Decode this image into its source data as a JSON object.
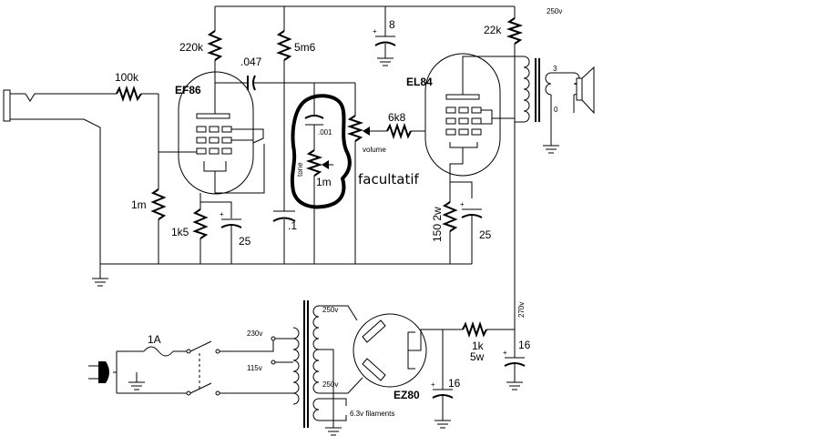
{
  "labels": {
    "r_input": "100k",
    "tube_pre": "EF86",
    "r_plate_pre": "220k",
    "cap_couple": ".047",
    "r_screen": "5m6",
    "cap_filter_top": "8",
    "r_top_right": "22k",
    "voltage_top": "250v",
    "tube_power": "EL84",
    "r_grid_stop": "6k8",
    "volume": "volume",
    "cap_tone": ".001",
    "tone": "tone",
    "pot_tone": "1m",
    "optional": "facultatif",
    "r_grid": "1m",
    "r_cathode_pre": "1k5",
    "cap_cathode_pre": "25",
    "cap_screen": ".1",
    "r_cathode_power": "150 2w",
    "cap_cathode_power": "25",
    "spk_tap_3": "3",
    "spk_tap_0": "0",
    "fuse": "1A",
    "tap_230": "230v",
    "tap_115": "115v",
    "sec_250_top": "250v",
    "sec_250_bot": "250v",
    "filaments": "6.3v filaments",
    "tube_rect": "EZ80",
    "cap_rect": "16",
    "r_supply": "1k",
    "r_supply_w": "5w",
    "cap_supply": "16",
    "voltage_270": "270v"
  }
}
